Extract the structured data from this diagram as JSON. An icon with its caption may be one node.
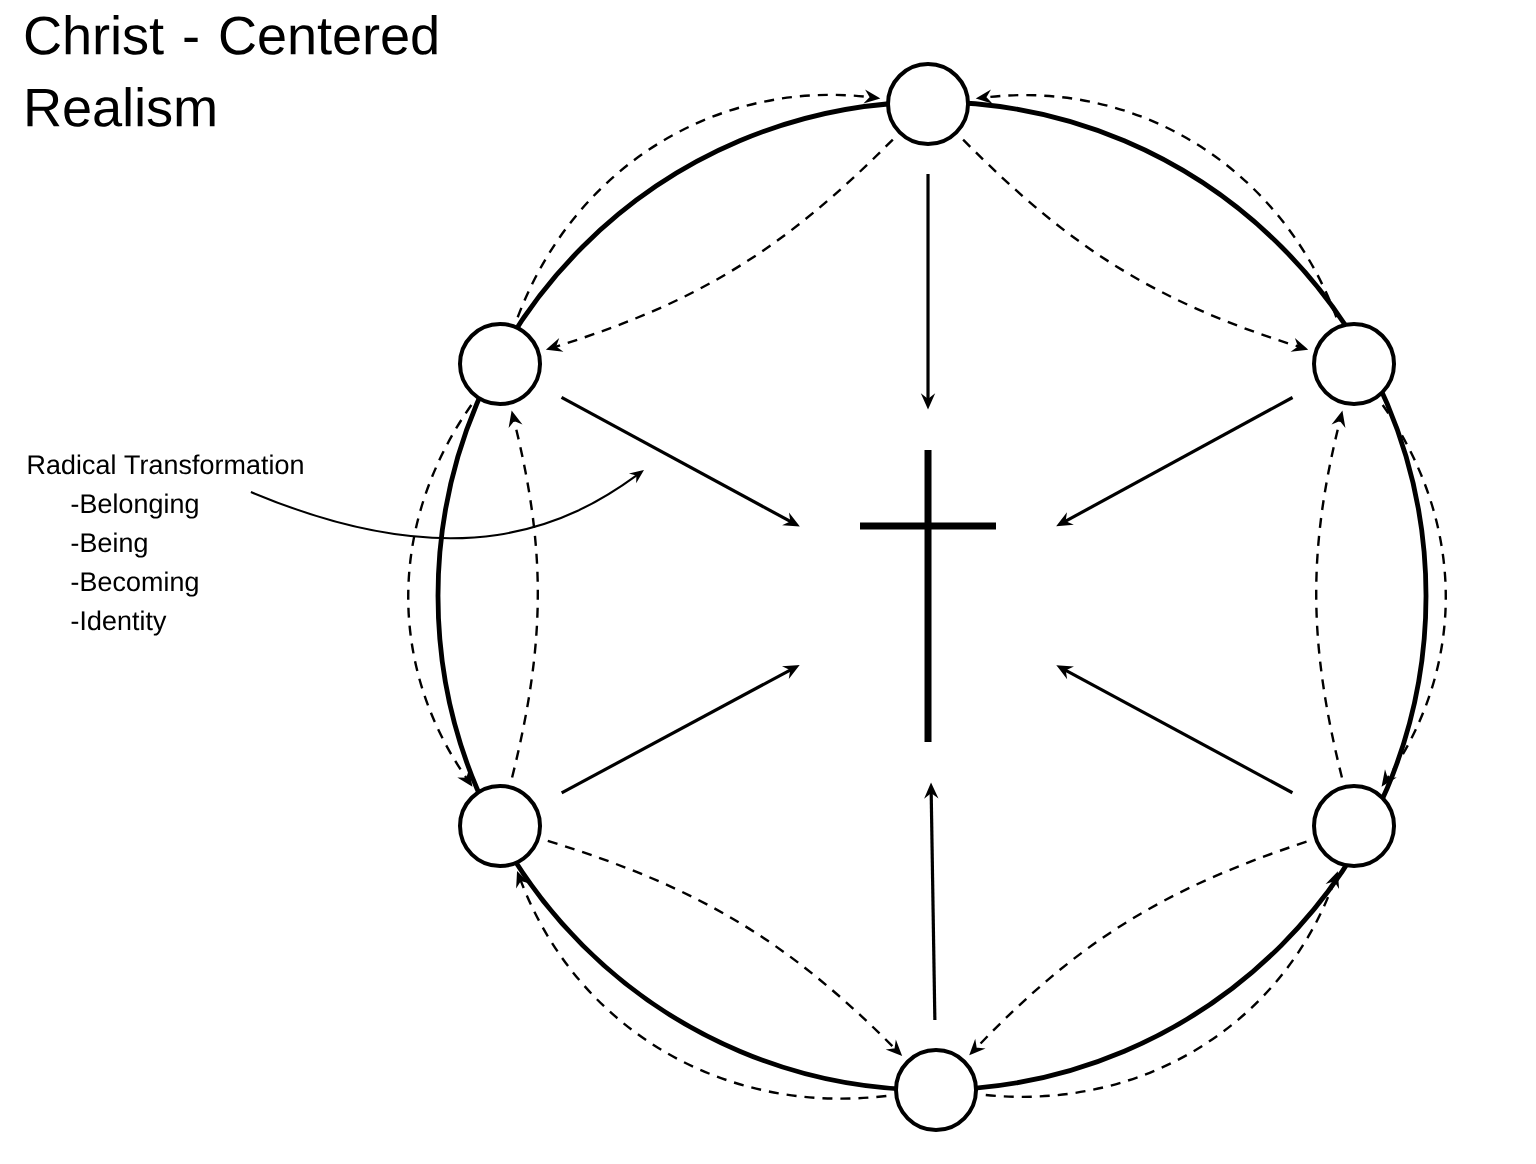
{
  "diagram": {
    "title": "Christ - Centered Realism",
    "nodes": [
      {
        "text": [],
        "shape": "circle"
      },
      {
        "text": [],
        "shape": "circle"
      },
      {
        "text": [],
        "shape": "circle"
      },
      {
        "text": [],
        "shape": "circle"
      },
      {
        "text": [],
        "shape": "circle"
      },
      {
        "text": [],
        "shape": "circle"
      },
      {
        "text": [],
        "shape": "cross"
      },
      {
        "text": [
          "Radical Transformation",
          "-Belonging",
          "-Being",
          "-Becoming",
          "-Identity"
        ]
      }
    ],
    "edges": [
      {
        "from": 0,
        "to": 6,
        "arrow": "to"
      },
      {
        "from": 1,
        "to": 6,
        "arrow": "to"
      },
      {
        "from": 2,
        "to": 6,
        "arrow": "to"
      },
      {
        "from": 3,
        "to": 6,
        "arrow": "to"
      },
      {
        "from": 4,
        "to": 6,
        "arrow": "to"
      },
      {
        "from": 5,
        "to": 6,
        "arrow": "to"
      },
      {
        "from": 1,
        "to": 0,
        "arrow": "to",
        "style": "dashed"
      },
      {
        "from": 2,
        "to": 0,
        "arrow": "to",
        "style": "dashed"
      },
      {
        "from": 1,
        "to": 3,
        "arrow": "to",
        "style": "dashed"
      },
      {
        "from": 2,
        "to": 4,
        "arrow": "to",
        "style": "dashed"
      },
      {
        "from": 5,
        "to": 3,
        "arrow": "to",
        "style": "dashed"
      },
      {
        "from": 5,
        "to": 4,
        "arrow": "to",
        "style": "dashed"
      },
      {
        "from": 0,
        "to": 1,
        "arrow": "to",
        "style": "dashed"
      },
      {
        "from": 0,
        "to": 2,
        "arrow": "to",
        "style": "dashed"
      },
      {
        "from": 3,
        "to": 1,
        "arrow": "to",
        "style": "dashed"
      },
      {
        "from": 4,
        "to": 2,
        "arrow": "to",
        "style": "dashed"
      },
      {
        "from": 3,
        "to": 5,
        "arrow": "to",
        "style": "dashed"
      },
      {
        "from": 4,
        "to": 5,
        "arrow": "to",
        "style": "dashed"
      },
      {
        "from": 7,
        "to": null,
        "arrow": "to"
      }
    ]
  }
}
